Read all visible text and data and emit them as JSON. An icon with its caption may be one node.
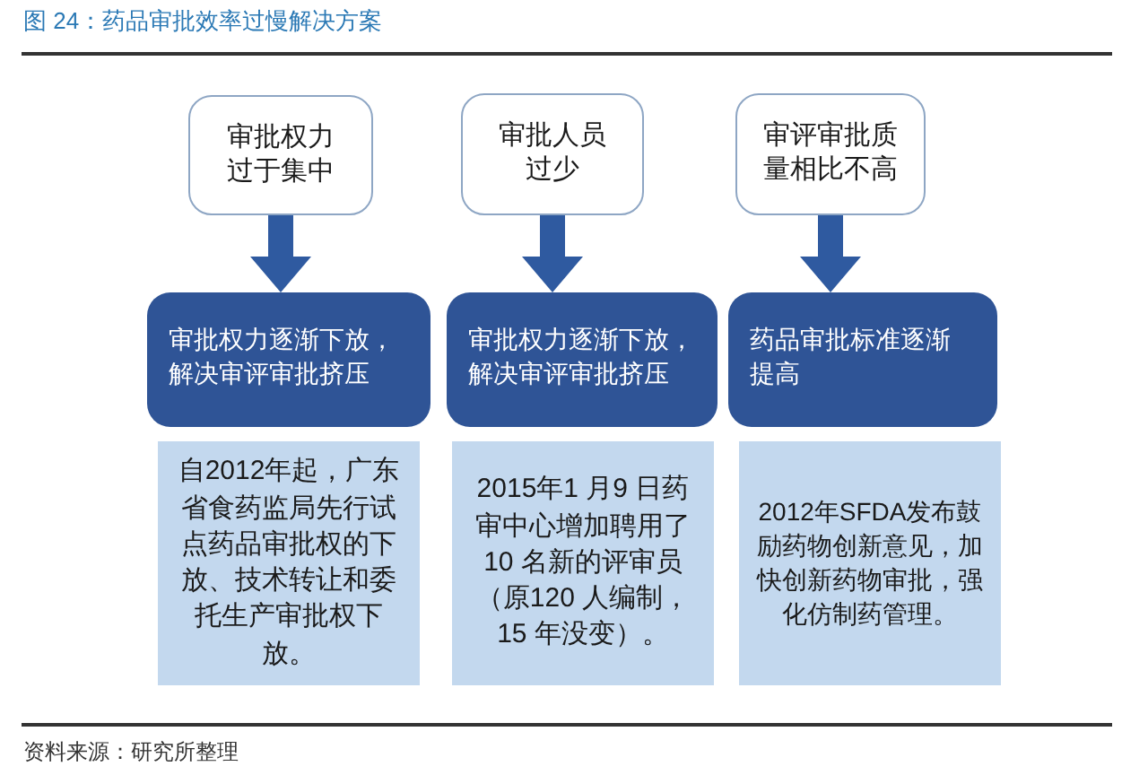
{
  "diagram": {
    "title": "图 24：药品审批效率过慢解决方案",
    "nodes": [
      {
        "text": [
          "审批权力过于集中"
        ]
      },
      {
        "text": [
          "审批人员过少"
        ]
      },
      {
        "text": [
          "审评审批质量相比不高"
        ]
      },
      {
        "text": [
          "审批权力逐渐下放，解决审评审批挤压"
        ]
      },
      {
        "text": [
          "审批权力逐渐下放，解决审评审批挤压"
        ]
      },
      {
        "text": [
          "药品审批标准逐渐提高"
        ]
      },
      {
        "text": [
          "自2012年起，广东省食药监局先行试点药品审批权的下放、技术转让和委托生产审批权下放。"
        ]
      },
      {
        "text": [
          "2015年1 月9 日药审中心增加聘用了10 名新的评审员（原120 人编制，15 年没变）。"
        ]
      },
      {
        "text": [
          "2012年SFDA发布鼓励药物创新意见，加快创新药物审批，强化仿制药管理。"
        ]
      }
    ],
    "edges": [
      {
        "from": 0,
        "to": 3,
        "arrow": "to"
      },
      {
        "from": 1,
        "to": 4,
        "arrow": "to"
      },
      {
        "from": 2,
        "to": 5,
        "arrow": "to"
      }
    ],
    "labels": [
      "资料来源：研究所整理"
    ]
  }
}
